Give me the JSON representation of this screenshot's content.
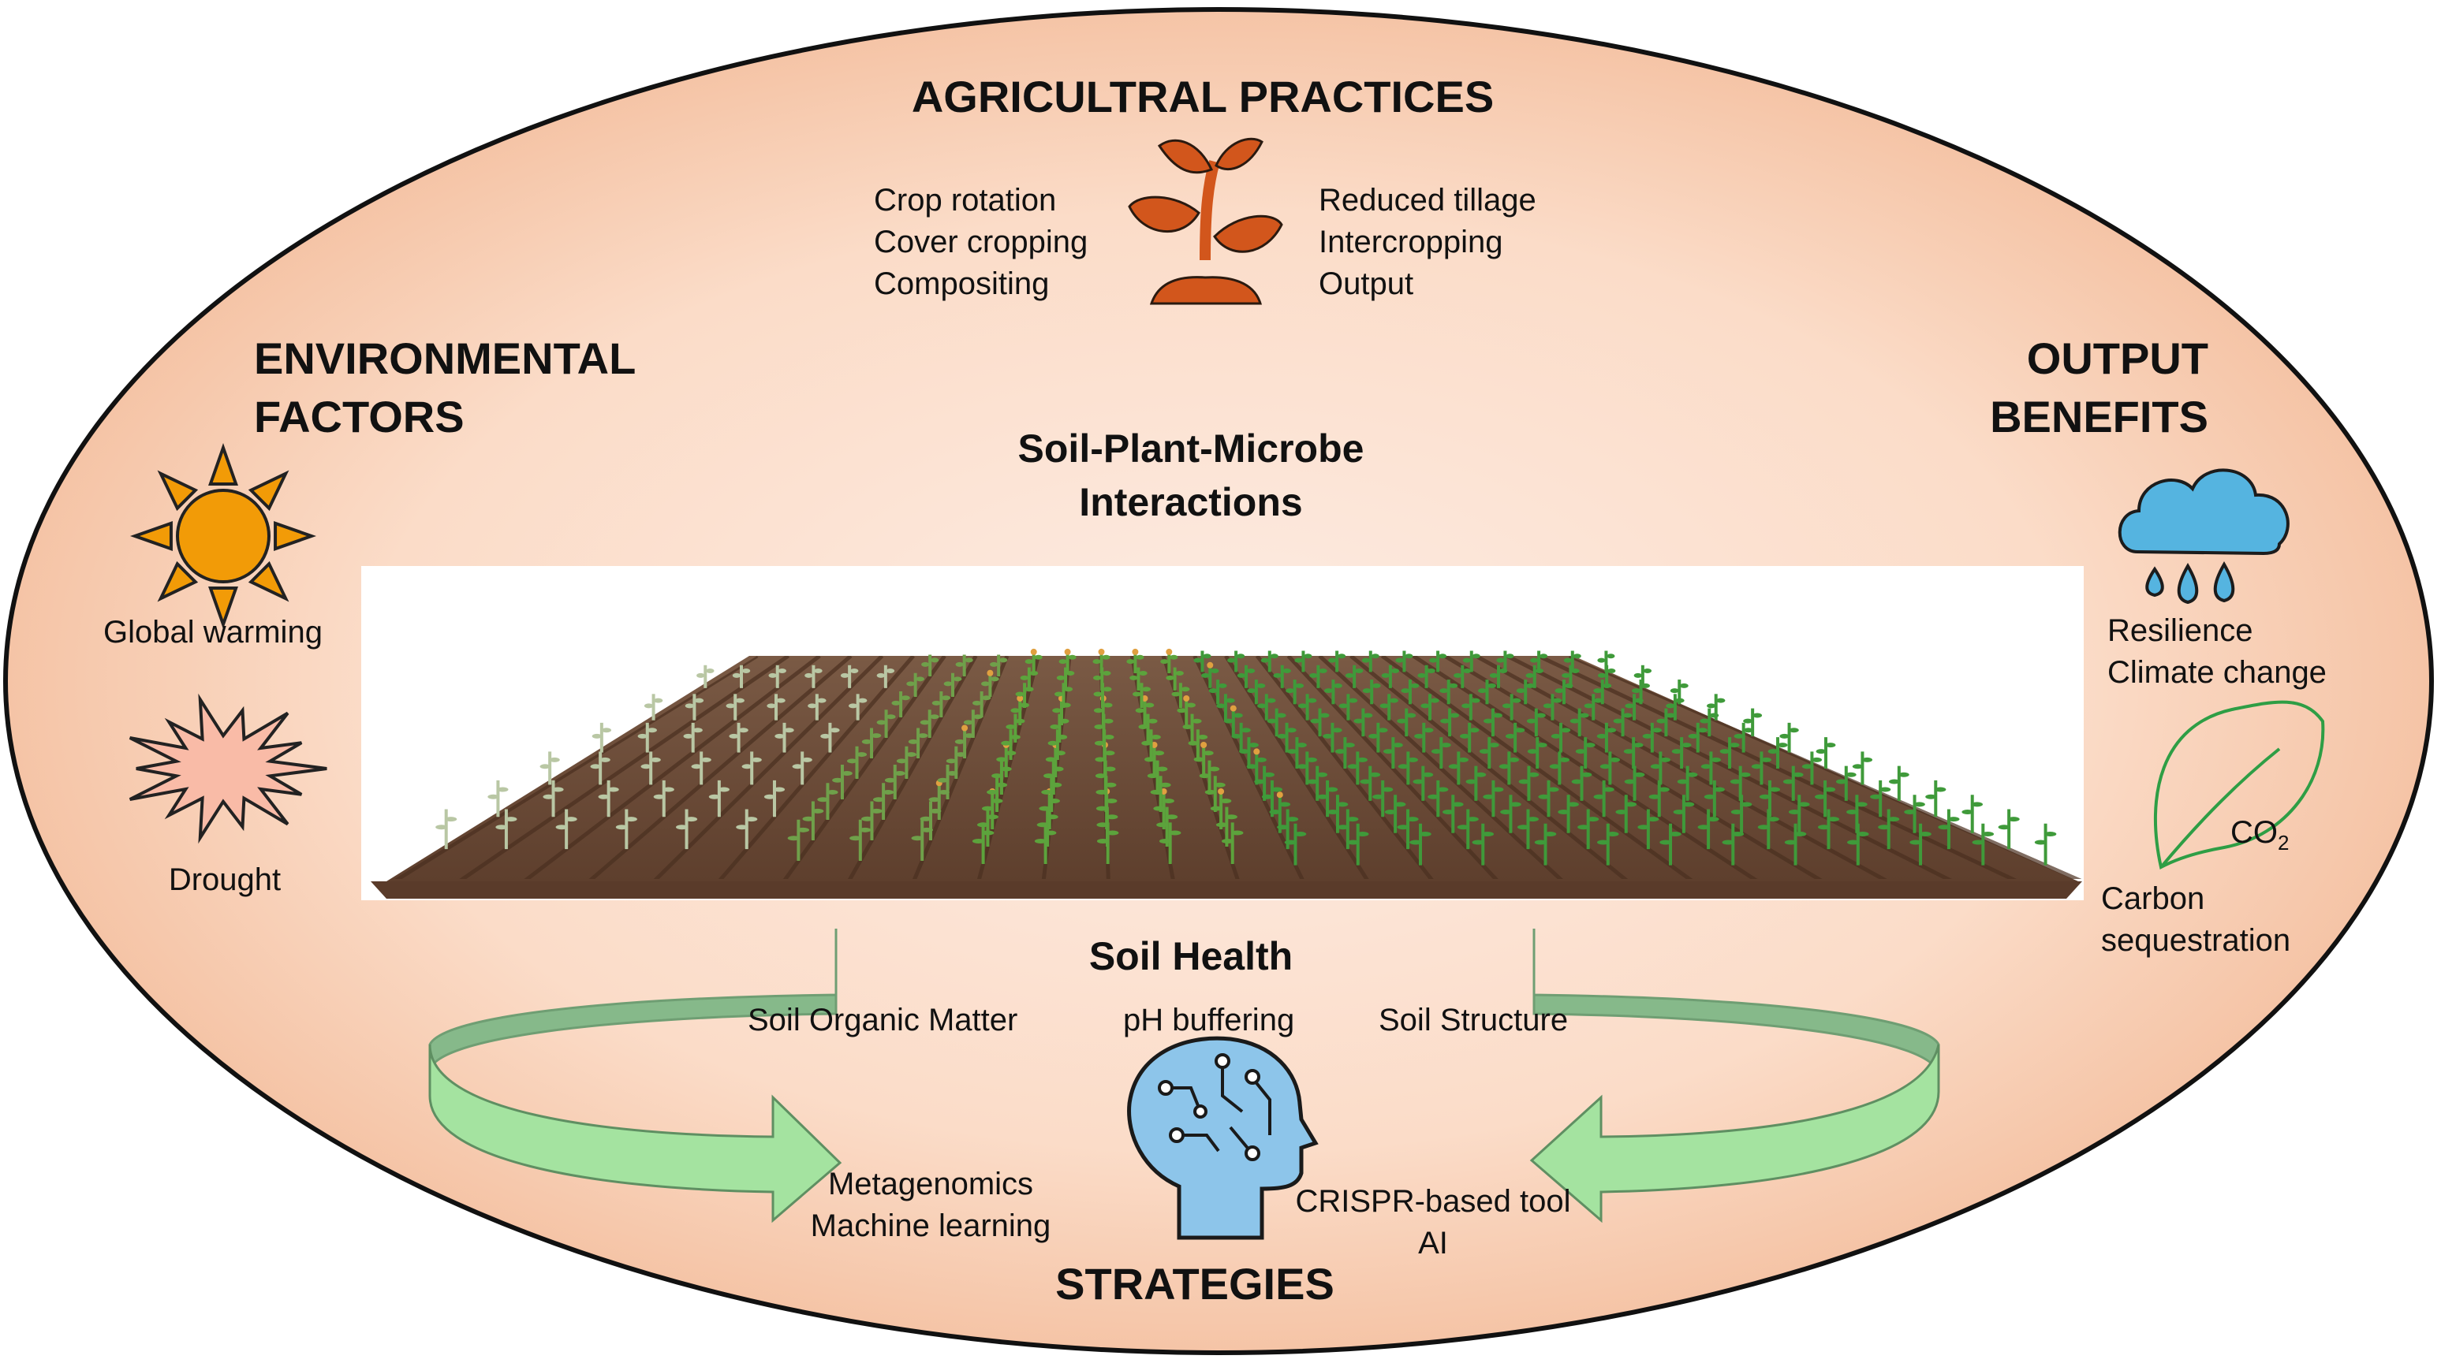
{
  "colors": {
    "background_center": "#fde9df",
    "background_edge": "#f6c9ae",
    "ellipse_stroke": "#111111",
    "plant_icon": "#d2561c",
    "sun": "#f29b07",
    "drought_burst": "#f9bba7",
    "cloud_drops": "#55b4e0",
    "leaf_outline": "#2e9e45",
    "arrow_dark": "#86b98a",
    "arrow_light": "#a4e3a0",
    "brain_head": "#8dc5ea",
    "soil": "#6b4a37",
    "crop": "#4c9c3a"
  },
  "icons": [
    "sprout-icon",
    "sun-icon",
    "drought-burst-icon",
    "rain-cloud-icon",
    "leaf-co2-icon",
    "ai-head-icon",
    "cycle-arrows"
  ],
  "agricultural_practices": {
    "title": "AGRICULTRAL PRACTICES",
    "left_items": [
      "Crop rotation",
      "Cover cropping",
      "Compositing"
    ],
    "right_items": [
      "Reduced tillage",
      "Intercropping",
      "Output"
    ]
  },
  "environmental_factors": {
    "title_line1": "ENVIRONMENTAL",
    "title_line2": "FACTORS",
    "global_warming": "Global warming",
    "drought": "Drought"
  },
  "output_benefits": {
    "title_line1": "OUTPUT",
    "title_line2": "BENEFITS",
    "resilience_line1": "Resilience",
    "resilience_line2": "Climate change",
    "co2": "CO",
    "co2_sub": "2",
    "carbon_line1": "Carbon",
    "carbon_line2": "sequestration"
  },
  "interactions": {
    "title_line1": "Soil-Plant-Microbe",
    "title_line2": "Interactions"
  },
  "soil_health": {
    "title": "Soil Health",
    "items": [
      "Soil Organic Matter",
      "pH buffering",
      "Soil Structure"
    ]
  },
  "strategies": {
    "title": "STRATEGIES",
    "left_items": [
      "Metagenomics",
      "Machine learning"
    ],
    "right_items": [
      "CRISPR-based tool",
      "AI"
    ]
  }
}
